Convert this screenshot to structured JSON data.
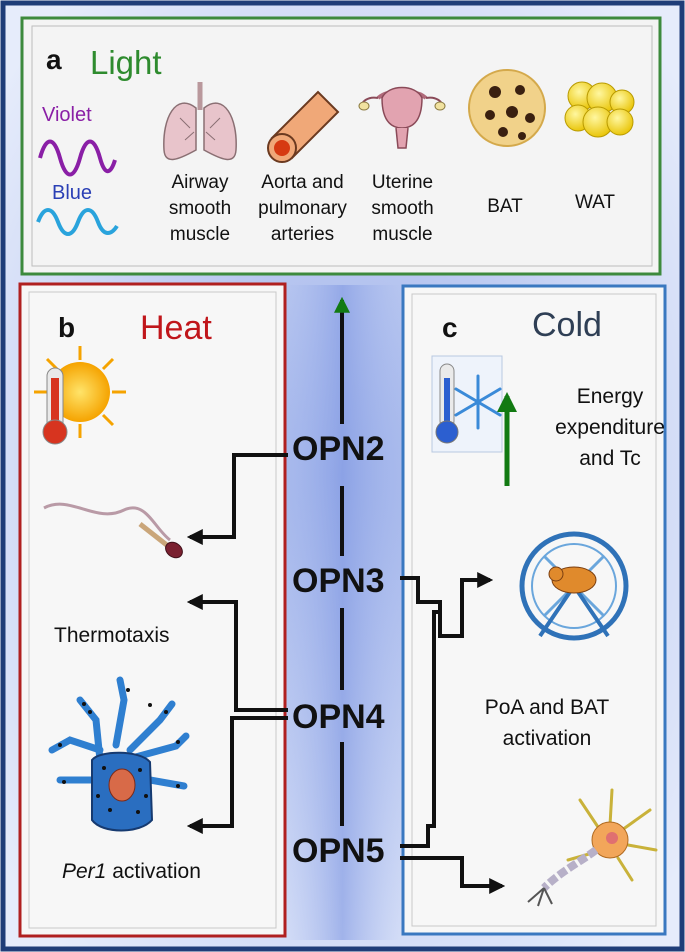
{
  "panel_a": {
    "letter": "a",
    "title": "Light",
    "violet": "Violet",
    "blue": "Blue",
    "tissues": {
      "airway": [
        "Airway",
        "smooth",
        "muscle"
      ],
      "aorta": [
        "Aorta and",
        "pulmonary",
        "arteries"
      ],
      "uterine": [
        "Uterine",
        "smooth",
        "muscle"
      ],
      "bat": "BAT",
      "wat": "WAT"
    }
  },
  "panel_b": {
    "letter": "b",
    "title": "Heat",
    "thermotaxis": "Thermotaxis",
    "per1_gene": "Per1",
    "per1_rest": " activation"
  },
  "panel_c": {
    "letter": "c",
    "title": "Cold",
    "energy": [
      "Energy",
      "expenditure",
      "and Tc"
    ],
    "poa": [
      "PoA and BAT",
      "activation"
    ]
  },
  "opsins": [
    "OPN2",
    "OPN3",
    "OPN4",
    "OPN5"
  ],
  "colors": {
    "frame_outer": "#1f3d78",
    "light_border": "#3d8a3d",
    "heat_border": "#b02020",
    "cold_border": "#3a78c0",
    "light_title": "#2e8b2e",
    "heat_title": "#c0161b",
    "cold_title": "#2f3f55",
    "violet": "#8a1fa6",
    "blue_text": "#2a3fb5",
    "blue_wave": "#29a3dc",
    "up_arrow": "#127a12"
  }
}
